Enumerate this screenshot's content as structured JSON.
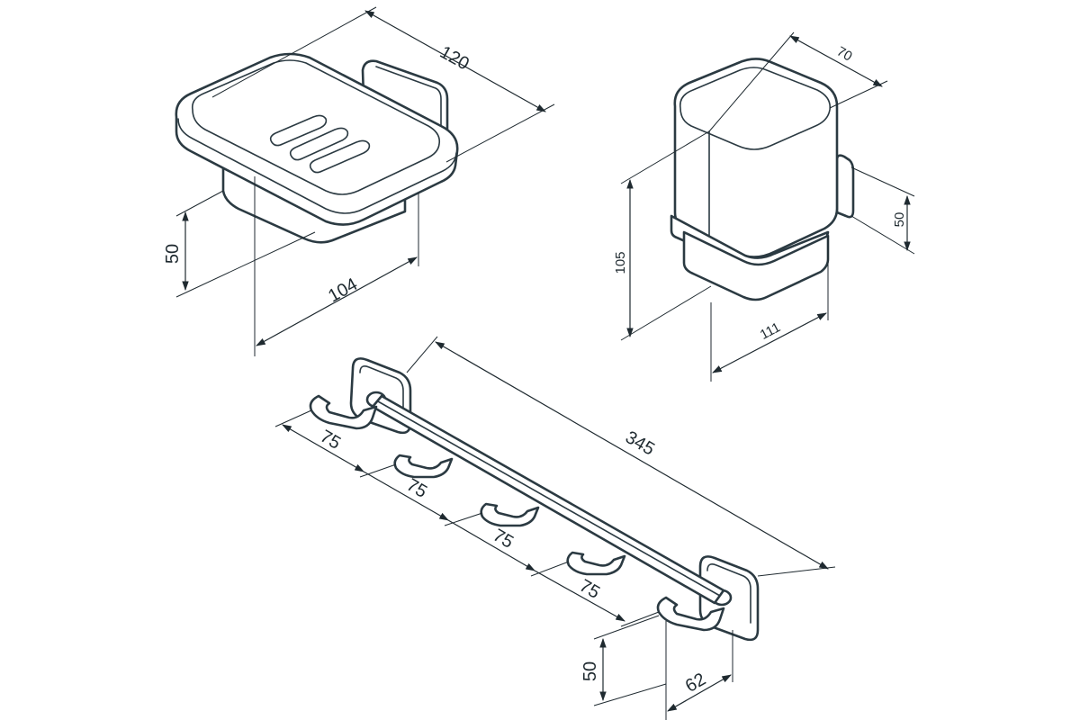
{
  "soap_dish": {
    "width": "120",
    "height": "50",
    "depth": "104"
  },
  "tumbler_holder": {
    "width": "70",
    "wall_offset": "50",
    "height": "105",
    "depth": "111"
  },
  "hook_rail": {
    "length": "345",
    "spacing_1": "75",
    "spacing_2": "75",
    "spacing_3": "75",
    "spacing_4": "75",
    "height": "50",
    "depth": "62"
  }
}
